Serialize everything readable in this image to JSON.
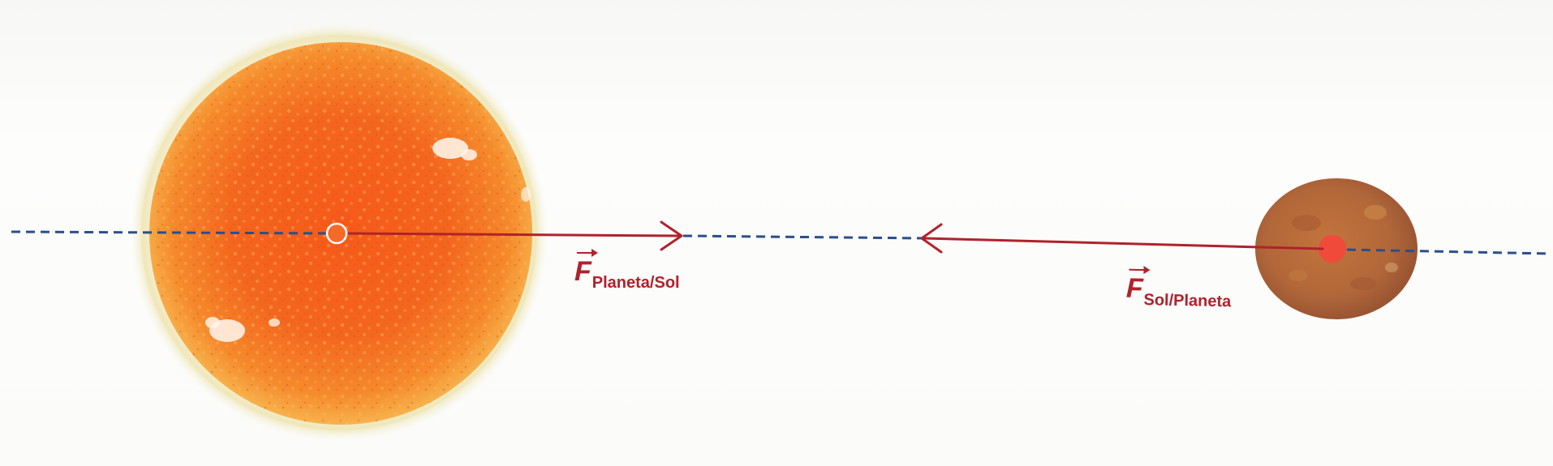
{
  "forces": {
    "planeta_sol": {
      "symbol": "F",
      "subscript": "Planeta/Sol"
    },
    "sol_planeta": {
      "symbol": "F",
      "subscript": "Sol/Planeta"
    }
  },
  "colors": {
    "force_arrow": "#b0222c",
    "axis_line": "#2a4f8a",
    "sun": "#f2621c",
    "planet": "#b86a38"
  }
}
